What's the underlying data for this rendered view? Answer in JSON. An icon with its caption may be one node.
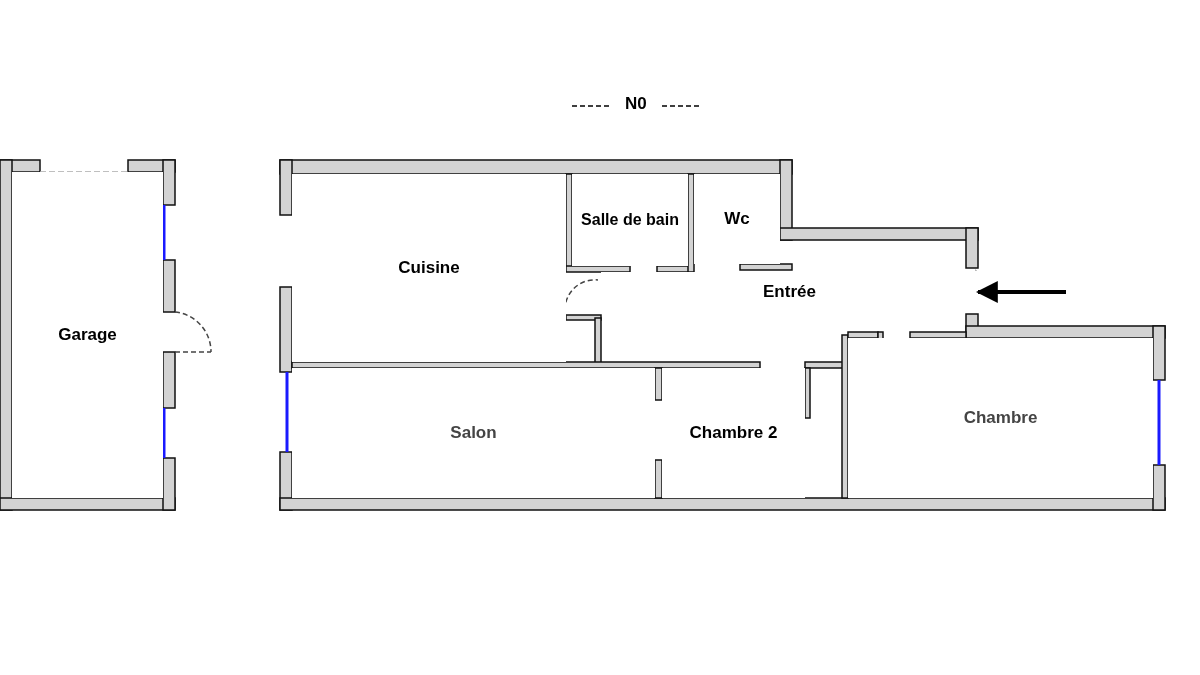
{
  "diagram": {
    "title": "N0",
    "nodes": [
      {
        "text": [
          "Garage"
        ]
      },
      {
        "text": [
          "Cuisine"
        ]
      },
      {
        "text": [
          "Salle de bain"
        ]
      },
      {
        "text": [
          "Wc"
        ]
      },
      {
        "text": [
          "Entrée"
        ]
      },
      {
        "text": [
          "Salon"
        ]
      },
      {
        "text": [
          "Chambre 2"
        ]
      },
      {
        "text": [
          "Chambre"
        ]
      }
    ],
    "edges": [
      {
        "from": null,
        "to": 4,
        "arrow": "to"
      }
    ]
  }
}
